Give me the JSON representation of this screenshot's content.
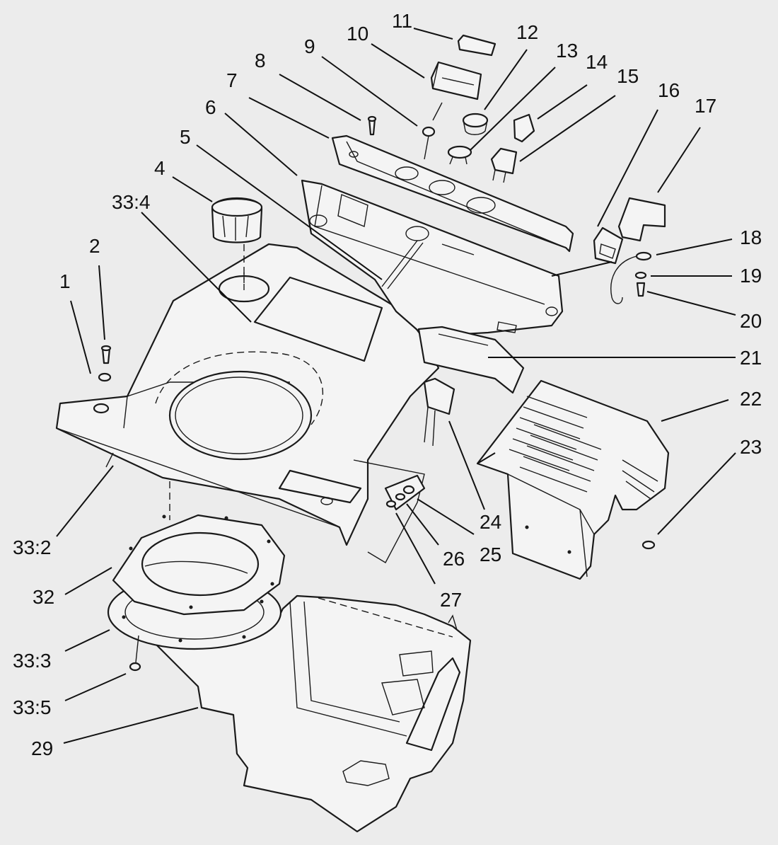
{
  "callouts": {
    "c1": "1",
    "c2": "2",
    "c33_4": "33:4",
    "c4": "4",
    "c5": "5",
    "c6": "6",
    "c7": "7",
    "c8": "8",
    "c9": "9",
    "c10": "10",
    "c11": "11",
    "c12": "12",
    "c13": "13",
    "c14": "14",
    "c15": "15",
    "c16": "16",
    "c17": "17",
    "c18": "18",
    "c19": "19",
    "c20": "20",
    "c21": "21",
    "c22": "22",
    "c23": "23",
    "c24": "24",
    "c25": "25",
    "c26": "26",
    "c27": "27",
    "c33_2": "33:2",
    "c32": "32",
    "c33_3": "33:3",
    "c33_5": "33:5",
    "c29": "29"
  },
  "colors": {
    "background": "#ececec",
    "line": "#1a1a1a",
    "part_fill": "#f4f4f4"
  }
}
